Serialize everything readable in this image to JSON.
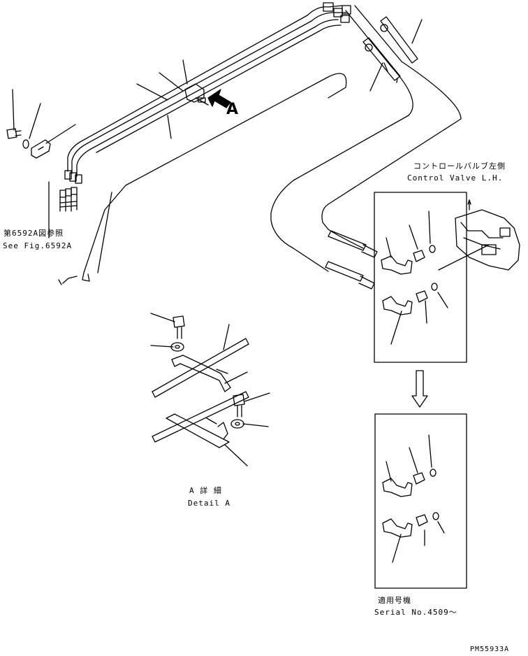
{
  "labels": {
    "ref_fig_jp": "第6592A図参照",
    "ref_fig_en": "See Fig.6592A",
    "control_valve_jp": "コントロールバルブ左側",
    "control_valve_en": "Control Valve L.H.",
    "arrow_letter": "A",
    "detail_jp": "A 詳 細",
    "detail_en": "Detail A",
    "serial_jp": "適用号機",
    "serial_en": "Serial No.4509～",
    "drawing_code": "PM55933A"
  }
}
